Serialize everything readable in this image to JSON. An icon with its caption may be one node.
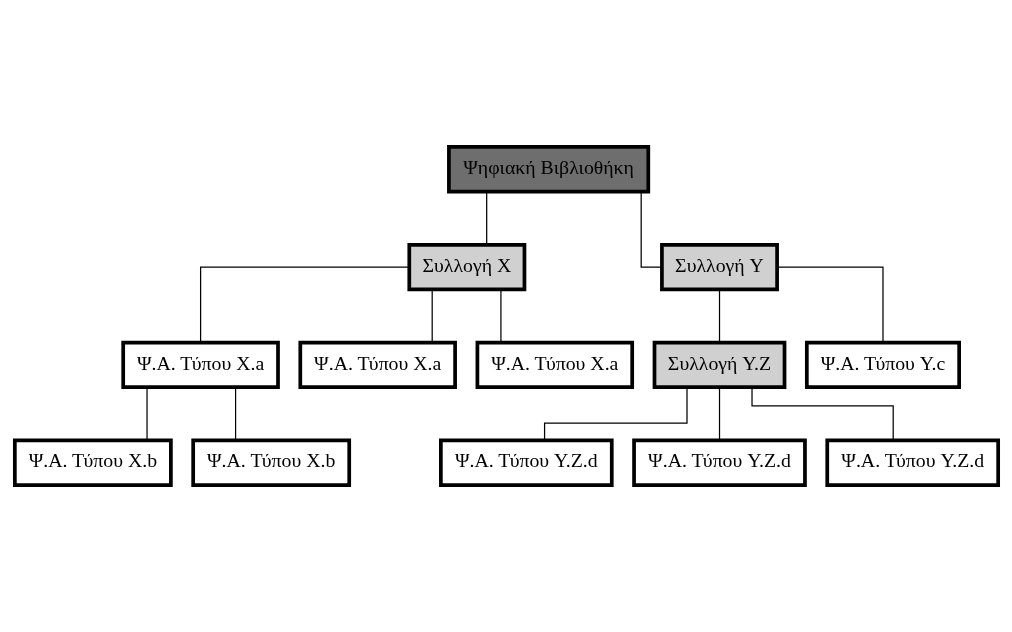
{
  "diagram": {
    "nodes": [
      {
        "text": [
          "Ψηφιακή Βιβλιοθήκη"
        ]
      },
      {
        "text": [
          "Συλλογή X"
        ]
      },
      {
        "text": [
          "Συλλογή Y"
        ]
      },
      {
        "text": [
          "Ψ.Α. Τύπου X.a"
        ]
      },
      {
        "text": [
          "Ψ.Α. Τύπου X.a"
        ]
      },
      {
        "text": [
          "Ψ.Α. Τύπου X.a"
        ]
      },
      {
        "text": [
          "Συλλογή Y.Z"
        ]
      },
      {
        "text": [
          "Ψ.Α. Τύπου Y.c"
        ]
      },
      {
        "text": [
          "Ψ.Α. Τύπου X.b"
        ]
      },
      {
        "text": [
          "Ψ.Α. Τύπου X.b"
        ]
      },
      {
        "text": [
          "Ψ.Α. Τύπου Y.Z.d"
        ]
      },
      {
        "text": [
          "Ψ.Α. Τύπου Y.Z.d"
        ]
      },
      {
        "text": [
          "Ψ.Α. Τύπου Y.Z.d"
        ]
      }
    ],
    "edges": [
      {
        "from": 0,
        "to": 1,
        "arrow": "none"
      },
      {
        "from": 0,
        "to": 2,
        "arrow": "none"
      },
      {
        "from": 1,
        "to": 3,
        "arrow": "none"
      },
      {
        "from": 1,
        "to": 4,
        "arrow": "none"
      },
      {
        "from": 1,
        "to": 5,
        "arrow": "none"
      },
      {
        "from": 2,
        "to": 6,
        "arrow": "none"
      },
      {
        "from": 2,
        "to": 7,
        "arrow": "none"
      },
      {
        "from": 3,
        "to": 8,
        "arrow": "none"
      },
      {
        "from": 3,
        "to": 9,
        "arrow": "none"
      },
      {
        "from": 6,
        "to": 10,
        "arrow": "none"
      },
      {
        "from": 6,
        "to": 11,
        "arrow": "none"
      },
      {
        "from": 6,
        "to": 12,
        "arrow": "none"
      }
    ]
  }
}
